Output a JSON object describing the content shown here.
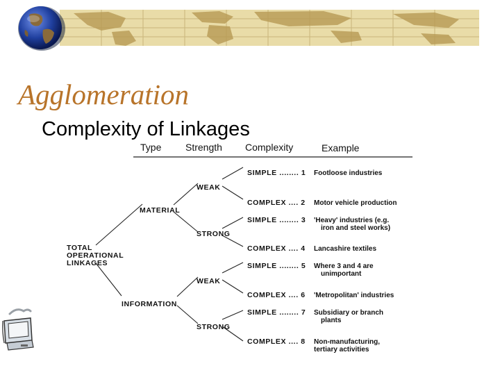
{
  "slide": {
    "title": "Agglomeration",
    "subtitle": "Complexity of Linkages"
  },
  "diagram": {
    "headers": [
      "Type",
      "Strength",
      "Complexity",
      "Example"
    ],
    "root": [
      "TOTAL",
      "OPERATIONAL",
      "LINKAGES"
    ],
    "types": [
      "MATERIAL",
      "INFORMATION"
    ],
    "strengths": [
      "WEAK",
      "STRONG",
      "WEAK",
      "STRONG"
    ],
    "leaves": [
      {
        "complexity": "SIMPLE ........ 1",
        "example": [
          "Footloose industries"
        ]
      },
      {
        "complexity": "COMPLEX .... 2",
        "example": [
          "Motor vehicle production"
        ]
      },
      {
        "complexity": "SIMPLE ........ 3",
        "example": [
          "'Heavy' industries (e.g.",
          "iron and steel works)"
        ]
      },
      {
        "complexity": "COMPLEX .... 4",
        "example": [
          "Lancashire textiles"
        ]
      },
      {
        "complexity": "SIMPLE ........ 5",
        "example": [
          "Where 3 and 4 are",
          "unimportant"
        ]
      },
      {
        "complexity": "COMPLEX .... 6",
        "example": [
          "'Metropolitan' industries"
        ]
      },
      {
        "complexity": "SIMPLE ........ 7",
        "example": [
          "Subsidiary or branch",
          "plants"
        ]
      },
      {
        "complexity": "COMPLEX .... 8",
        "example": [
          "Non-manufacturing,",
          "tertiary activities"
        ]
      }
    ]
  },
  "colors": {
    "title": "#b8742a",
    "banner": "#e9dca8",
    "globe_ocean": "#1f3f9e",
    "globe_land": "#8a6a3a"
  },
  "icons": [
    "world-globe-icon",
    "world-map-banner-icon",
    "computer-clipart-icon"
  ]
}
